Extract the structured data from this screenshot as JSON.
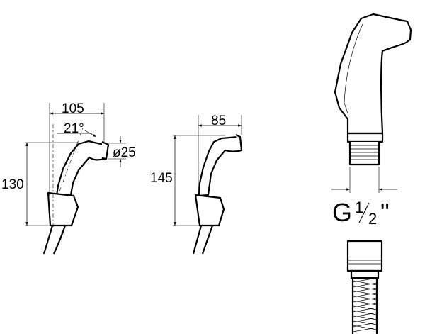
{
  "side_view_a": {
    "width_dim": "105",
    "angle_dim": "21°",
    "diameter_dim": "ø25",
    "height_dim": "130"
  },
  "side_view_b": {
    "width_dim": "85",
    "height_dim": "145"
  },
  "detail_view": {
    "thread_main": "G",
    "thread_num": "1",
    "thread_den": "2",
    "thread_unit": "\""
  }
}
